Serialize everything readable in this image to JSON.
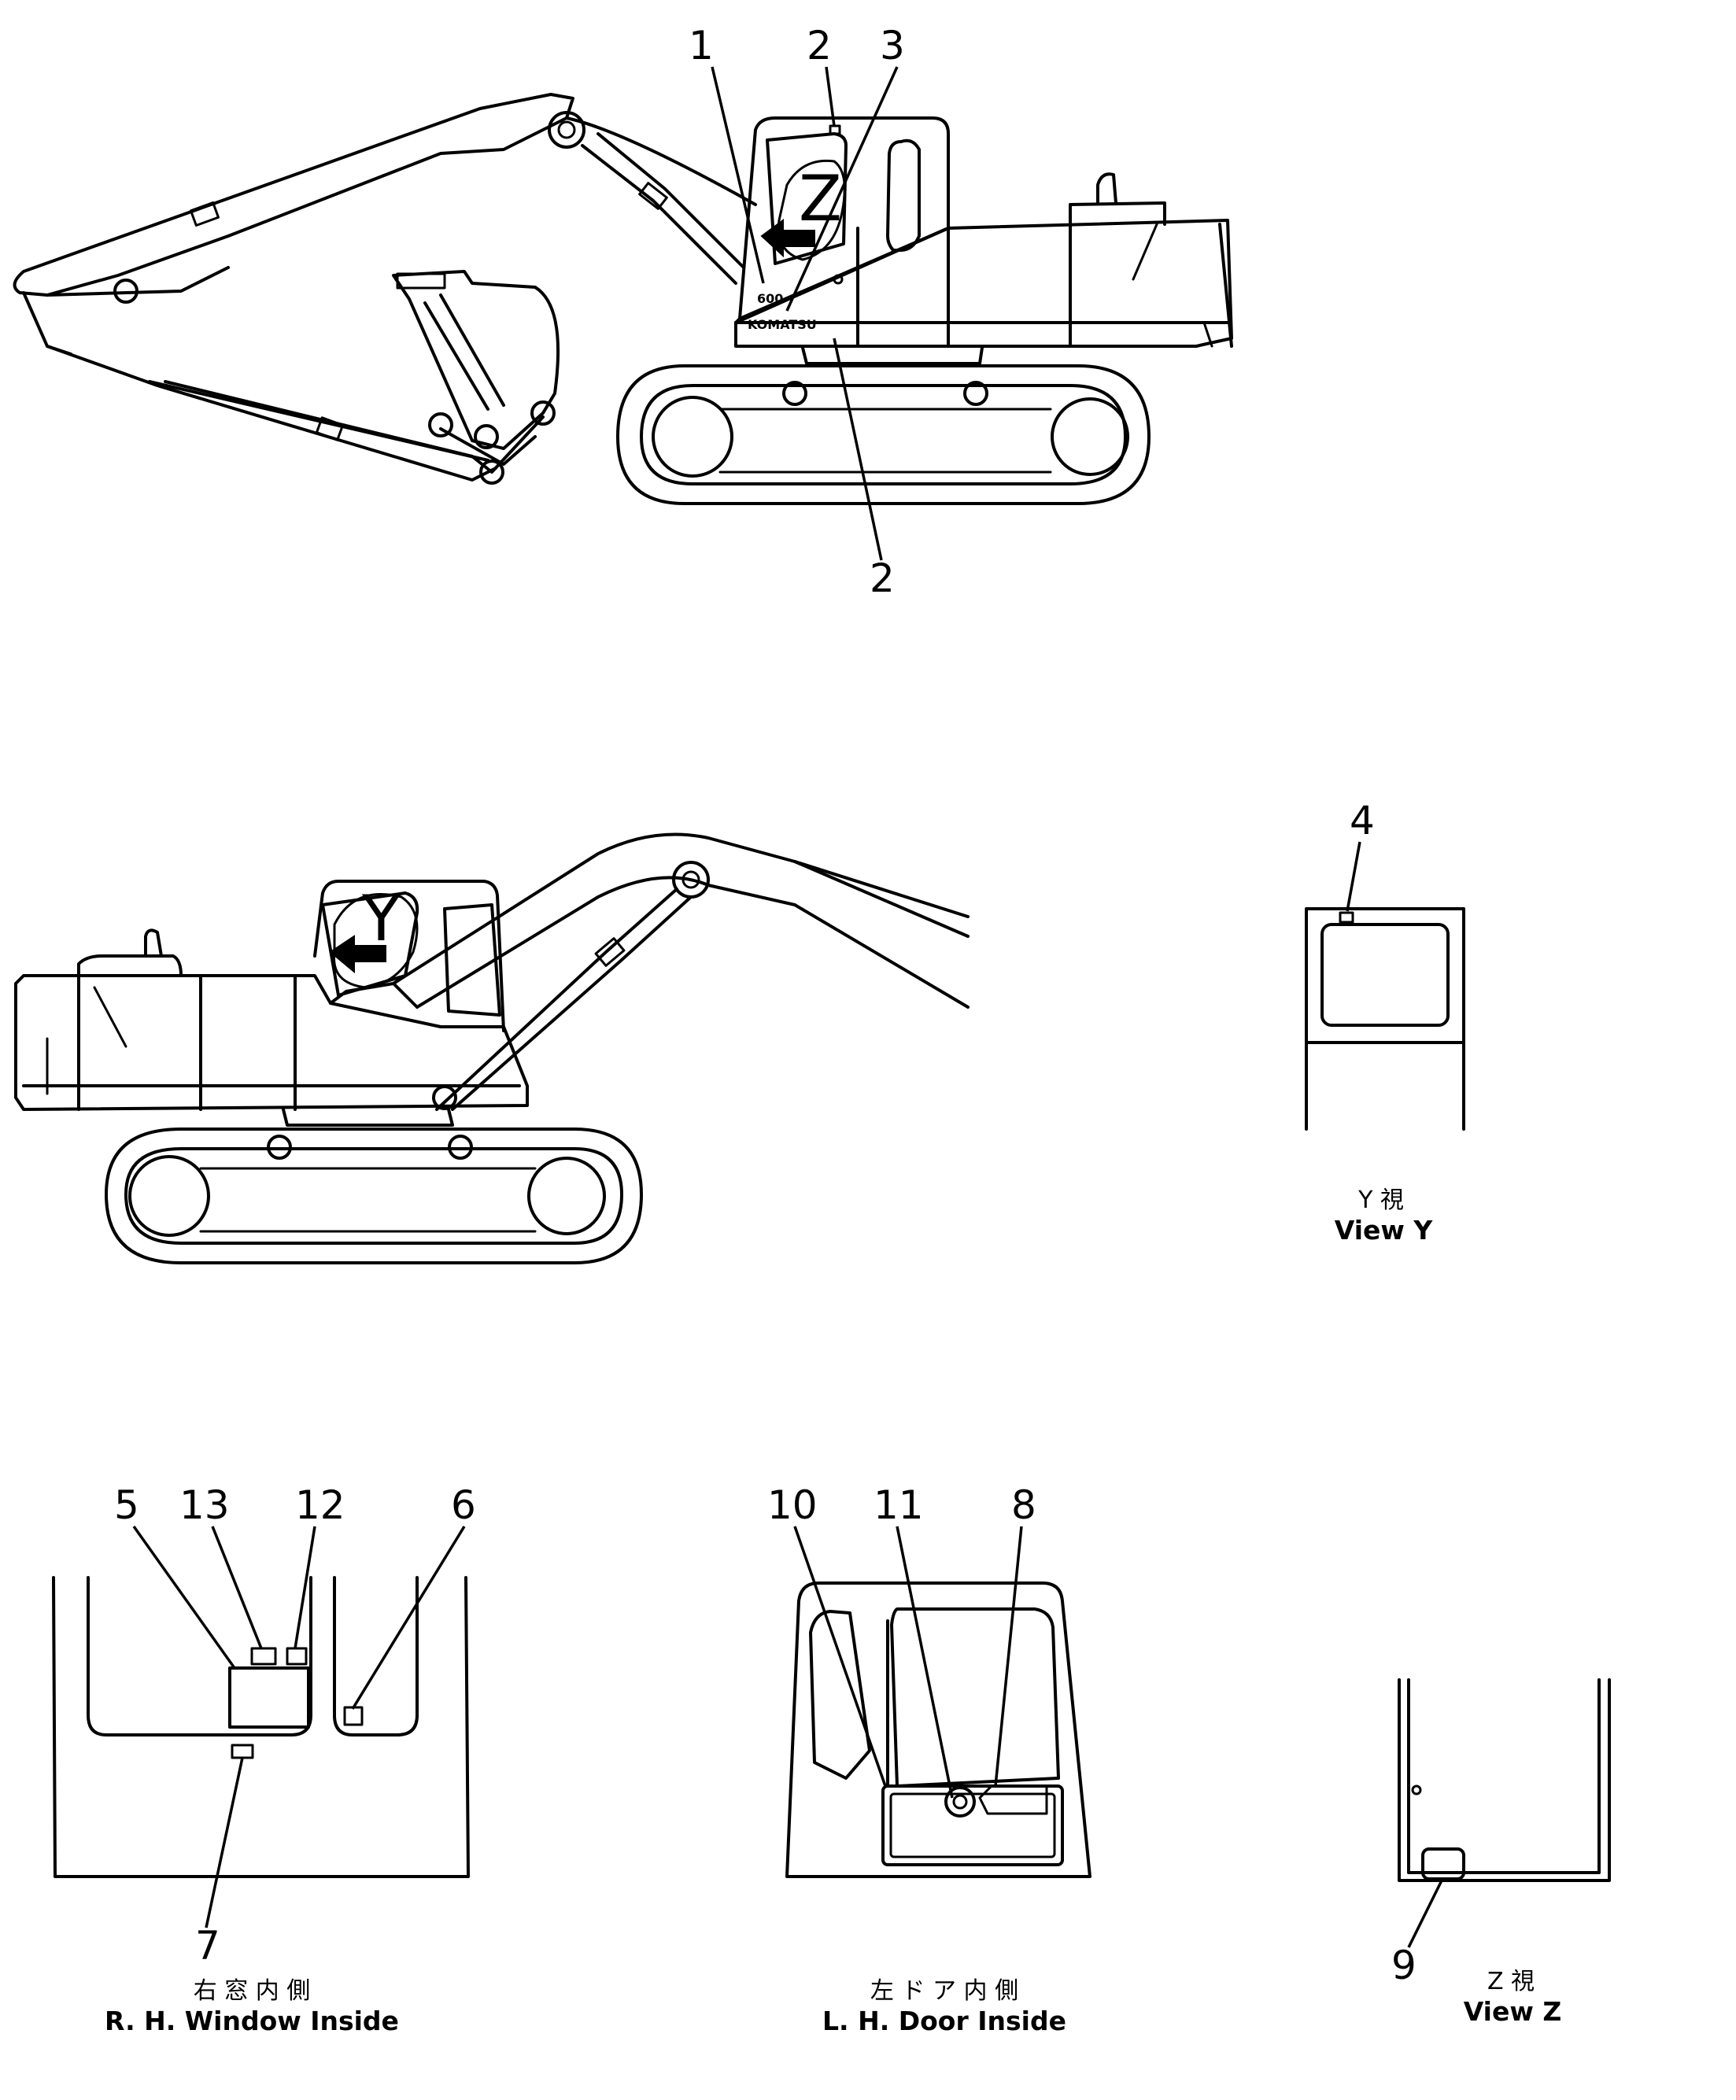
{
  "callouts": {
    "n1": "1",
    "n2a": "2",
    "n3": "3",
    "n2b": "2",
    "n4": "4",
    "n5": "5",
    "n13": "13",
    "n12": "12",
    "n6": "6",
    "n7": "7",
    "n10": "10",
    "n11": "11",
    "n8": "8",
    "n9": "9"
  },
  "view_markers": {
    "z": "Z",
    "y": "Y"
  },
  "machine_text": {
    "model_mark": "600",
    "brand": "KOMATSU"
  },
  "captions": {
    "view_y_jp": "Y 視",
    "view_y_en": "View Y",
    "rh_window_jp": "右 窓 内 側",
    "rh_window_en": "R. H. Window Inside",
    "lh_door_jp": "左 ド ア 内 側",
    "lh_door_en": "L. H. Door Inside",
    "view_z_jp": "Z 視",
    "view_z_en": "View Z"
  },
  "colors": {
    "ink": "#000000",
    "paper": "#ffffff"
  }
}
